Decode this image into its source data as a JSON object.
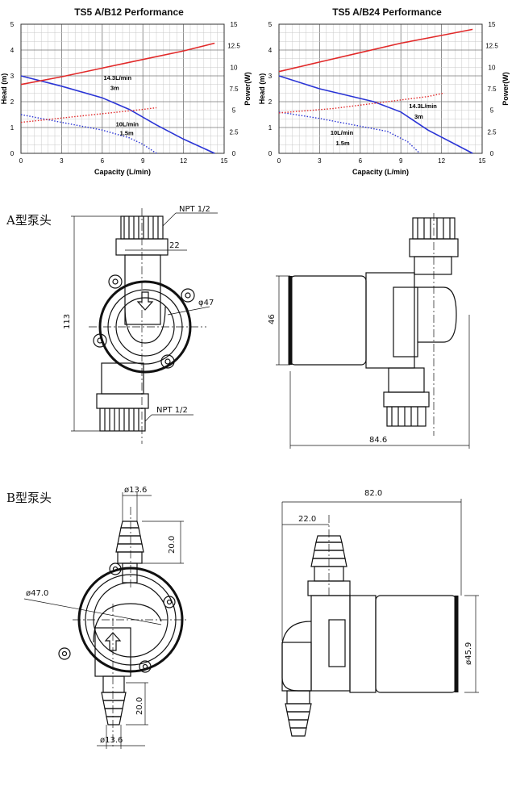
{
  "chart_data": [
    {
      "type": "line",
      "title": "TS5 A/B12 Performance",
      "xlabel": "Capacity (L/min)",
      "ylabel_left": "Head (m)",
      "ylabel_right": "Power(W)",
      "xlim": [
        0,
        15
      ],
      "ylim_left": [
        0,
        5
      ],
      "ylim_right": [
        0,
        15
      ],
      "x_ticks": [
        "0",
        "3",
        "6",
        "9",
        "12",
        "15"
      ],
      "y_left_ticks": [
        "0",
        "1",
        "2",
        "3",
        "4",
        "5"
      ],
      "y_right_ticks": [
        "0",
        "2.5",
        "5",
        "7.5",
        "10",
        "12.5",
        "15"
      ],
      "grid": true,
      "series": [
        {
          "axis": "left",
          "style": "solid",
          "color": "#2b35d6",
          "x": [
            0,
            3,
            6,
            8,
            10,
            12,
            14.3
          ],
          "y": [
            3.0,
            2.6,
            2.15,
            1.7,
            1.1,
            0.55,
            0.0
          ]
        },
        {
          "axis": "right",
          "style": "solid",
          "color": "#e12a2a",
          "x": [
            0,
            3,
            6,
            9,
            12,
            14.3
          ],
          "y": [
            8.0,
            8.9,
            9.9,
            10.9,
            11.9,
            12.8
          ]
        },
        {
          "axis": "left",
          "style": "dotted",
          "color": "#2b35d6",
          "x": [
            0,
            2,
            4,
            6,
            8,
            9,
            10
          ],
          "y": [
            1.5,
            1.3,
            1.1,
            0.9,
            0.6,
            0.35,
            0.0
          ]
        },
        {
          "axis": "right",
          "style": "dotted",
          "color": "#e12a2a",
          "x": [
            0,
            3,
            6,
            9,
            10
          ],
          "y": [
            3.6,
            4.1,
            4.6,
            5.1,
            5.3
          ]
        }
      ],
      "annotations": [
        {
          "text": "14.3L/min",
          "x": 6.1,
          "y": 2.85
        },
        {
          "text": "3m",
          "x": 6.6,
          "y": 2.45
        },
        {
          "text": "10L/min",
          "x": 7.0,
          "y": 1.05
        },
        {
          "text": "1.5m",
          "x": 7.3,
          "y": 0.7
        }
      ]
    },
    {
      "type": "line",
      "title": "TS5 A/B24 Performance",
      "xlabel": "Capacity (L/min)",
      "ylabel_left": "Head (m)",
      "ylabel_right": "Power(W)",
      "xlim": [
        0,
        15
      ],
      "ylim_left": [
        0,
        5
      ],
      "ylim_right": [
        0,
        15
      ],
      "x_ticks": [
        "0",
        "3",
        "6",
        "9",
        "12",
        "15"
      ],
      "y_left_ticks": [
        "0",
        "1",
        "2",
        "3",
        "4",
        "5"
      ],
      "y_right_ticks": [
        "0",
        "2.5",
        "5",
        "7.5",
        "10",
        "12.5",
        "15"
      ],
      "grid": true,
      "series": [
        {
          "axis": "left",
          "style": "solid",
          "color": "#2b35d6",
          "x": [
            0,
            3,
            7,
            9,
            11,
            14.3
          ],
          "y": [
            3.0,
            2.5,
            2.0,
            1.6,
            0.9,
            0.0
          ]
        },
        {
          "axis": "right",
          "style": "solid",
          "color": "#e12a2a",
          "x": [
            0,
            3,
            6,
            9,
            12,
            14.3
          ],
          "y": [
            9.5,
            10.6,
            11.7,
            12.8,
            13.7,
            14.4
          ]
        },
        {
          "axis": "left",
          "style": "dotted",
          "color": "#2b35d6",
          "x": [
            0,
            3,
            6,
            8,
            9.5,
            10.4
          ],
          "y": [
            1.6,
            1.35,
            1.05,
            0.85,
            0.45,
            0.0
          ]
        },
        {
          "axis": "right",
          "style": "dotted",
          "color": "#e12a2a",
          "x": [
            0,
            4,
            8,
            11,
            12.2
          ],
          "y": [
            4.7,
            5.2,
            6.0,
            6.6,
            7.0
          ]
        }
      ],
      "annotations": [
        {
          "text": "14.3L/min",
          "x": 9.6,
          "y": 1.75
        },
        {
          "text": "3m",
          "x": 10.0,
          "y": 1.35
        },
        {
          "text": "10L/min",
          "x": 3.8,
          "y": 0.72
        },
        {
          "text": "1.5m",
          "x": 4.2,
          "y": 0.32
        }
      ]
    }
  ],
  "section_a": {
    "label": "A型泵头",
    "dims": {
      "npt_top": "NPT 1/2",
      "npt_bottom": "NPT 1/2",
      "width_22": "22",
      "dia_47": "φ47",
      "height_113": "113",
      "height_46": "46",
      "length_846": "84.6"
    }
  },
  "section_b": {
    "label": "B型泵头",
    "dims": {
      "dia_136_top": "ø13.6",
      "len_20_top": "20.0",
      "dia_470": "ø47.0",
      "len_20_bottom": "20.0",
      "dia_136_bottom": "ø13.6",
      "len_820": "82.0",
      "len_220": "22.0",
      "dia_459": "ø45.9"
    }
  }
}
